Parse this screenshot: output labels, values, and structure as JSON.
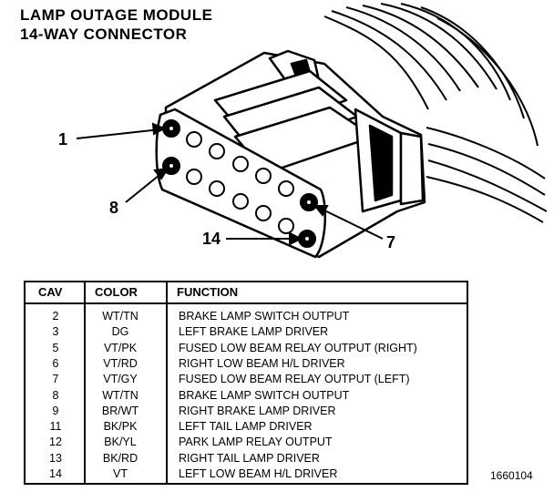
{
  "title": {
    "line1": "LAMP OUTAGE MODULE",
    "line2": "14-WAY CONNECTOR"
  },
  "callouts": {
    "c1": "1",
    "c8": "8",
    "c14": "14",
    "c7": "7"
  },
  "table": {
    "headers": {
      "cav": "CAV",
      "color": "COLOR",
      "function": "FUNCTION"
    },
    "rows": [
      {
        "cav": "2",
        "color": "WT/TN",
        "function": "BRAKE LAMP SWITCH OUTPUT"
      },
      {
        "cav": "3",
        "color": "DG",
        "function": "LEFT BRAKE LAMP DRIVER"
      },
      {
        "cav": "5",
        "color": "VT/PK",
        "function": "FUSED LOW BEAM RELAY OUTPUT (RIGHT)"
      },
      {
        "cav": "6",
        "color": "VT/RD",
        "function": "RIGHT LOW BEAM H/L DRIVER"
      },
      {
        "cav": "7",
        "color": "VT/GY",
        "function": "FUSED LOW BEAM RELAY OUTPUT (LEFT)"
      },
      {
        "cav": "8",
        "color": "WT/TN",
        "function": "BRAKE LAMP SWITCH OUTPUT"
      },
      {
        "cav": "9",
        "color": "BR/WT",
        "function": "RIGHT BRAKE LAMP DRIVER"
      },
      {
        "cav": "11",
        "color": "BK/PK",
        "function": "LEFT TAIL LAMP DRIVER"
      },
      {
        "cav": "12",
        "color": "BK/YL",
        "function": "PARK LAMP RELAY OUTPUT"
      },
      {
        "cav": "13",
        "color": "BK/RD",
        "function": "RIGHT TAIL LAMP DRIVER"
      },
      {
        "cav": "14",
        "color": "VT",
        "function": "LEFT LOW BEAM H/L DRIVER"
      }
    ]
  },
  "figure_id": "1660104"
}
